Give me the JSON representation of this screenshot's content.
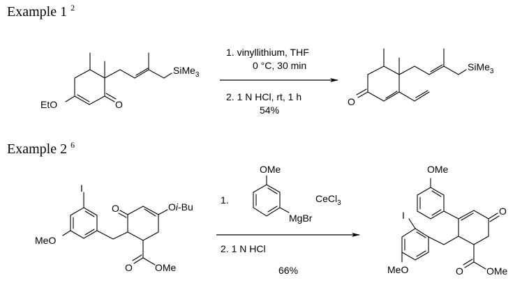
{
  "example1": {
    "heading": "Example 1",
    "ref": "2",
    "starting_material": {
      "labels": {
        "ethoxy": "EtO",
        "ketone_o": "O",
        "silyl": "SiMe",
        "silyl_sub": "3"
      }
    },
    "conditions": {
      "step1_line1": "1. vinyllithium, THF",
      "step1_line2": "0 °C, 30 min",
      "step2": "2. 1 N HCl, rt, 1 h",
      "yield": "54%"
    },
    "product": {
      "labels": {
        "ketone_o": "O",
        "silyl": "SiMe",
        "silyl_sub": "3"
      }
    }
  },
  "example2": {
    "heading": "Example 2",
    "ref": "6",
    "starting_material": {
      "labels": {
        "iodo": "I",
        "methoxy": "MeO",
        "ketone_o": "O",
        "isobutoxy_o": "O",
        "isobutoxy_i": "i",
        "isobutoxy_bu": "-Bu",
        "ester_o": "O",
        "ester_ome": "OMe"
      }
    },
    "conditions": {
      "step1_num": "1.",
      "reagent_ome": "OMe",
      "reagent_mgbr": "MgBr",
      "additive": "CeCl",
      "additive_sub": "3",
      "step2": "2. 1 N HCl",
      "yield": "66%"
    },
    "product": {
      "labels": {
        "aryl_ome": "OMe",
        "iodo": "I",
        "methoxy": "MeO",
        "ketone_o": "O",
        "ester_o": "O",
        "ester_ome": "OMe"
      }
    }
  }
}
